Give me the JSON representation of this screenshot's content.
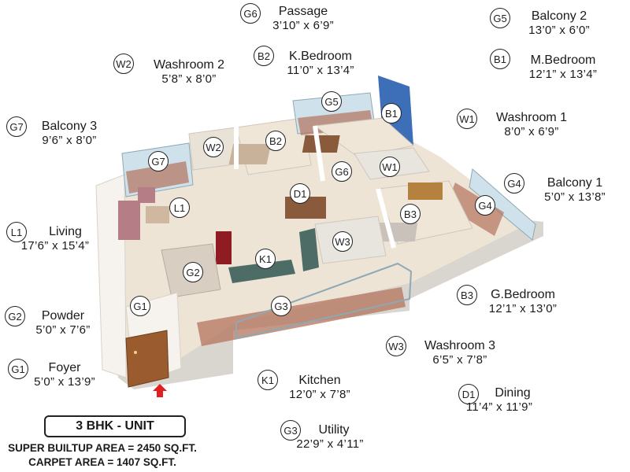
{
  "rooms": [
    {
      "code": "G6",
      "name": "Passage",
      "dims": "3’10” x 6’9”"
    },
    {
      "code": "G5",
      "name": "Balcony 2",
      "dims": "13’0” x 6’0”"
    },
    {
      "code": "B2",
      "name": "K.Bedroom",
      "dims": "11’0” x 13’4”"
    },
    {
      "code": "W2",
      "name": "Washroom 2",
      "dims": "5’8” x 8’0”"
    },
    {
      "code": "B1",
      "name": "M.Bedroom",
      "dims": "12’1” x 13’4”"
    },
    {
      "code": "W1",
      "name": "Washroom 1",
      "dims": "8’0” x 6’9”"
    },
    {
      "code": "G7",
      "name": "Balcony 3",
      "dims": "9’6” x 8’0”"
    },
    {
      "code": "G4",
      "name": "Balcony 1",
      "dims": "5’0” x 13’8”"
    },
    {
      "code": "L1",
      "name": "Living",
      "dims": "17’6” x 15’4”"
    },
    {
      "code": "B3",
      "name": "G.Bedroom",
      "dims": "12’1” x 13’0”"
    },
    {
      "code": "G2",
      "name": "Powder",
      "dims": "5’0” x 7’6”"
    },
    {
      "code": "W3",
      "name": "Washroom 3",
      "dims": "6’5” x 7’8”"
    },
    {
      "code": "G1",
      "name": "Foyer",
      "dims": "5’0” x 13’9”"
    },
    {
      "code": "K1",
      "name": "Kitchen",
      "dims": "12’0” x 7’8”"
    },
    {
      "code": "D1",
      "name": "Dining",
      "dims": "11’4” x 11’9”"
    },
    {
      "code": "G3",
      "name": "Utility",
      "dims": "22’9” x 4’11”"
    }
  ],
  "unit": {
    "type": "3 BHK - UNIT",
    "super_builtup": "SUPER BUILTUP AREA = 2450 SQ.FT.",
    "carpet": "CARPET AREA = 1407 SQ.FT."
  },
  "colors": {
    "floor": "#ede4d6",
    "wall": "#fbfaf7",
    "accent_wall": "#3d6fb8",
    "deck": "#b3745c",
    "glass": "#cfe1ea",
    "door": "#9a5b2e",
    "entry_arrow": "#e02020"
  }
}
